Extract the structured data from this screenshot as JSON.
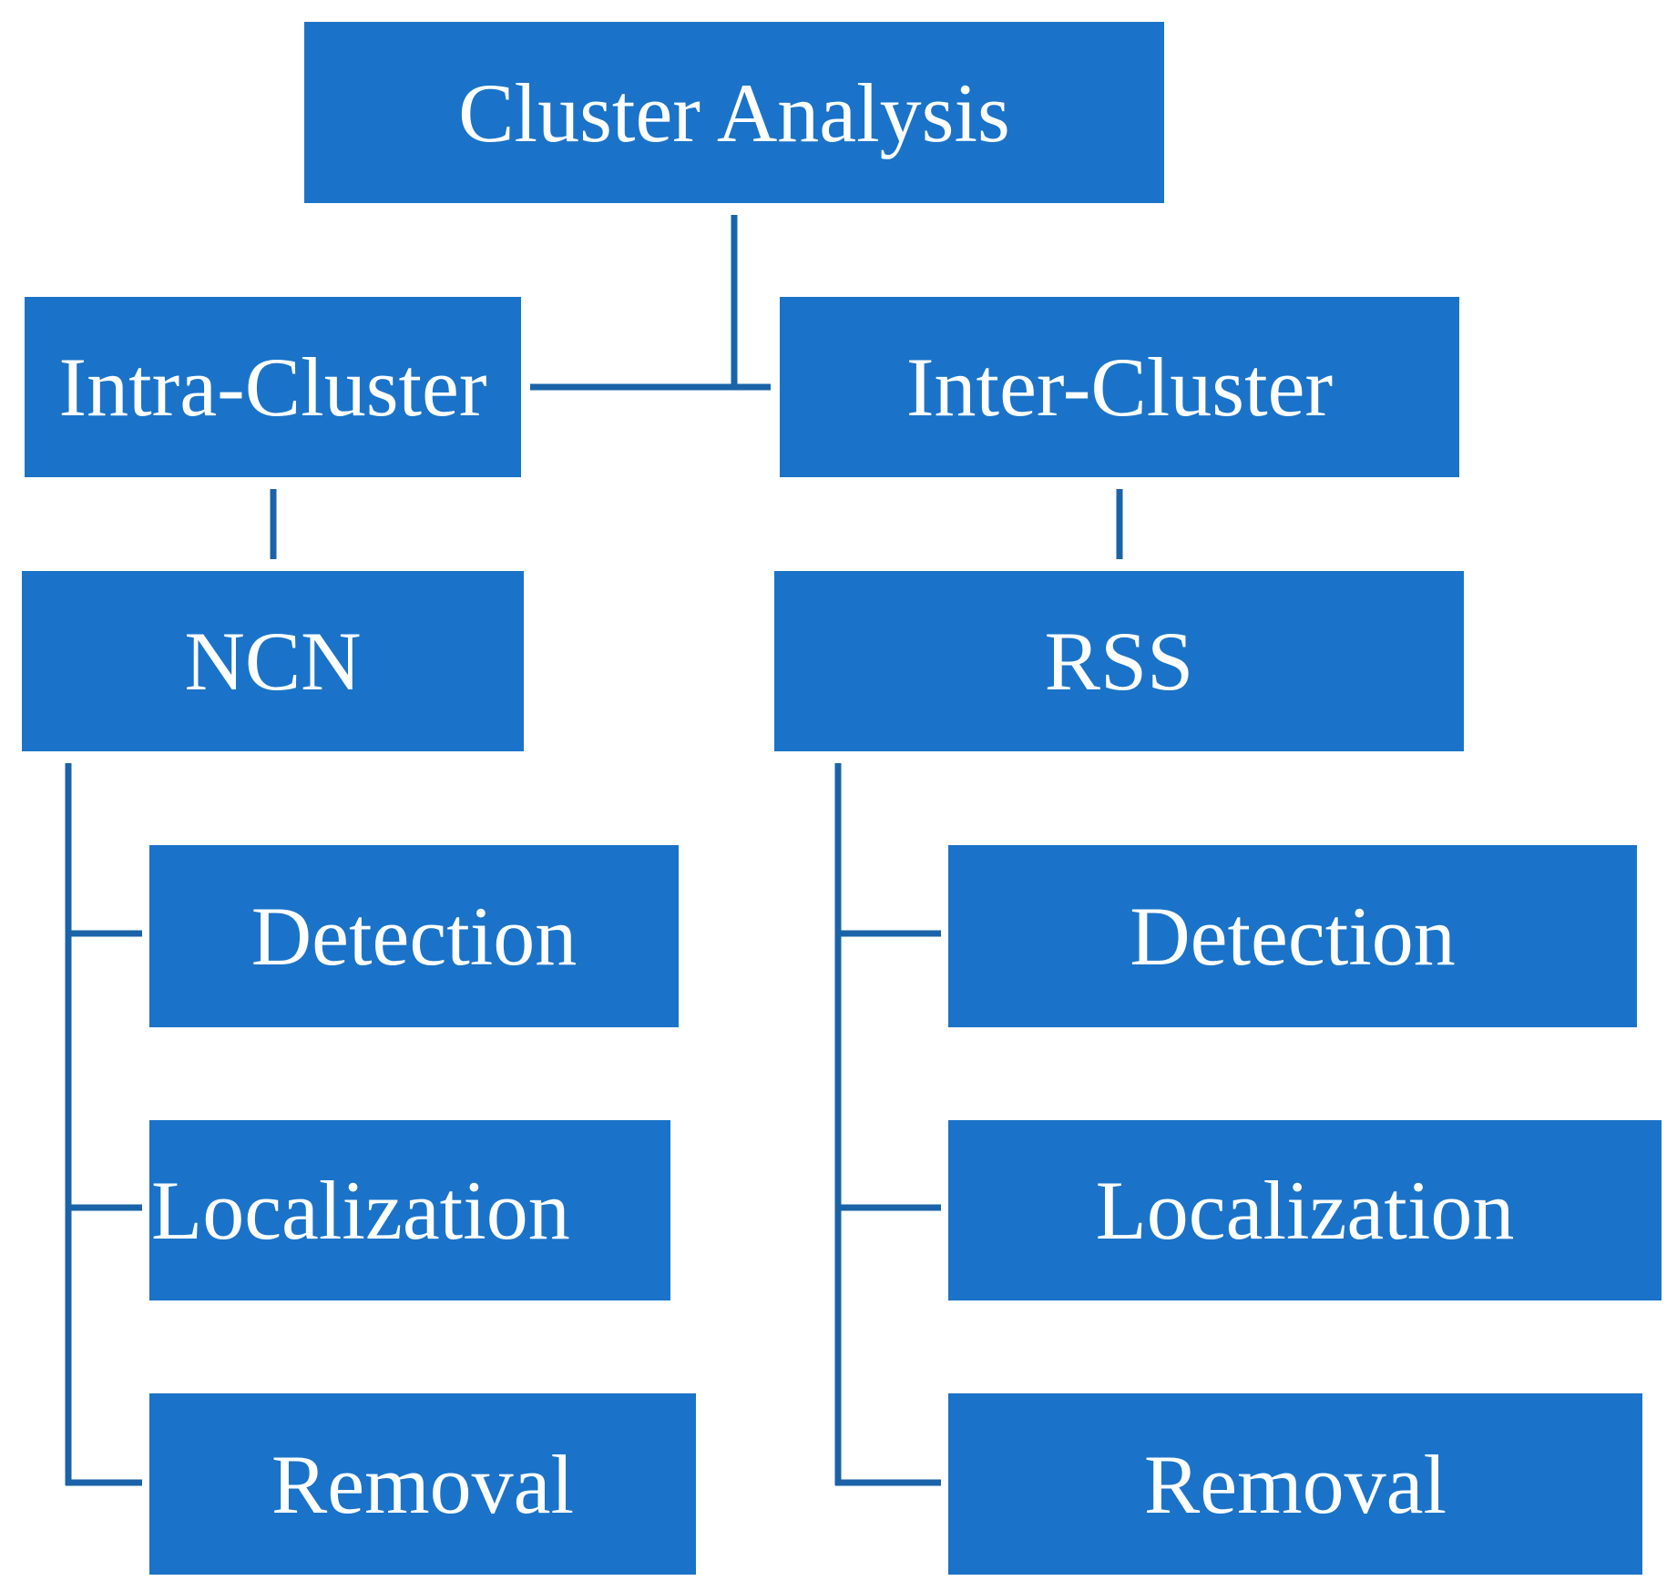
{
  "diagram": {
    "root": {
      "label": "Cluster Analysis"
    },
    "branches": [
      {
        "label": "Intra-Cluster",
        "method": "NCN",
        "steps": [
          "Detection",
          "Localization",
          "Removal"
        ]
      },
      {
        "label": "Inter-Cluster",
        "method": "RSS",
        "steps": [
          "Detection",
          "Localization",
          "Removal"
        ]
      }
    ]
  },
  "colors": {
    "box_fill": "#1a73c8",
    "connector": "#1a63a8",
    "text": "#ffffff"
  }
}
